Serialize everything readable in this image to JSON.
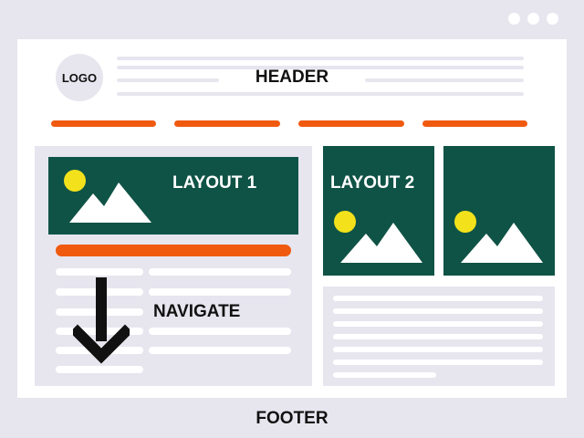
{
  "window_controls": [
    "dot",
    "dot",
    "dot"
  ],
  "logo": {
    "label": "LOGO"
  },
  "header": {
    "label": "HEADER"
  },
  "layout1": {
    "label": "LAYOUT 1"
  },
  "layout2": {
    "label": "LAYOUT 2"
  },
  "navigate": {
    "label": "NAVIGATE"
  },
  "footer": {
    "label": "FOOTER"
  },
  "icons": {
    "image": "image-icon",
    "arrow": "arrow-down-icon"
  },
  "colors": {
    "background": "#e7e6ef",
    "card": "#ffffff",
    "accent_orange": "#f05a0f",
    "panel_green": "#0f5346",
    "sun_yellow": "#f3e21b",
    "ink": "#111111"
  }
}
